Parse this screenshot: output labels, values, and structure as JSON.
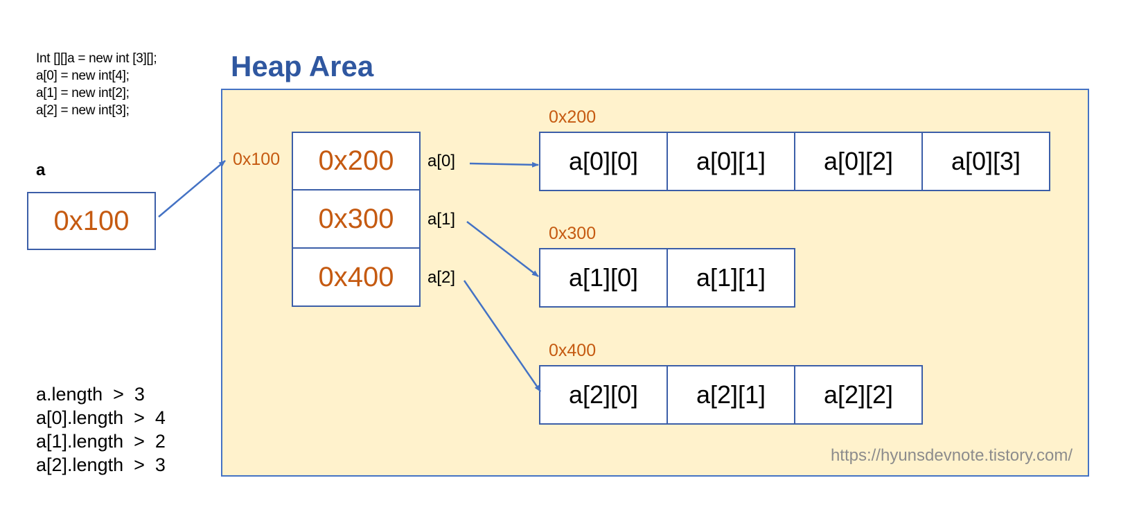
{
  "code_lines": [
    "Int [][]a = new int [3][];",
    "a[0] = new int[4];",
    "a[1] = new int[2];",
    "a[2] = new int[3];"
  ],
  "variable": {
    "name": "a",
    "value": "0x100"
  },
  "heap": {
    "title": "Heap Area",
    "outer_array": {
      "address": "0x100",
      "cells": [
        "0x200",
        "0x300",
        "0x400"
      ],
      "index_labels": [
        "a[0]",
        "a[1]",
        "a[2]"
      ]
    },
    "inner_arrays": [
      {
        "address": "0x200",
        "cells": [
          "a[0][0]",
          "a[0][1]",
          "a[0][2]",
          "a[0][3]"
        ]
      },
      {
        "address": "0x300",
        "cells": [
          "a[1][0]",
          "a[1][1]"
        ]
      },
      {
        "address": "0x400",
        "cells": [
          "a[2][0]",
          "a[2][1]",
          "a[2][2]"
        ]
      }
    ]
  },
  "length_lines": [
    "a.length  >  3",
    "a[0].length  >  4",
    "a[1].length  >  2",
    "a[2].length  >  3"
  ],
  "watermark": "https://hyunsdevnote.tistory.com/",
  "colors": {
    "address": "#c55a11",
    "border": "#3b5ea8",
    "heap_fill": "#fff2cc",
    "title": "#2f57a0"
  }
}
